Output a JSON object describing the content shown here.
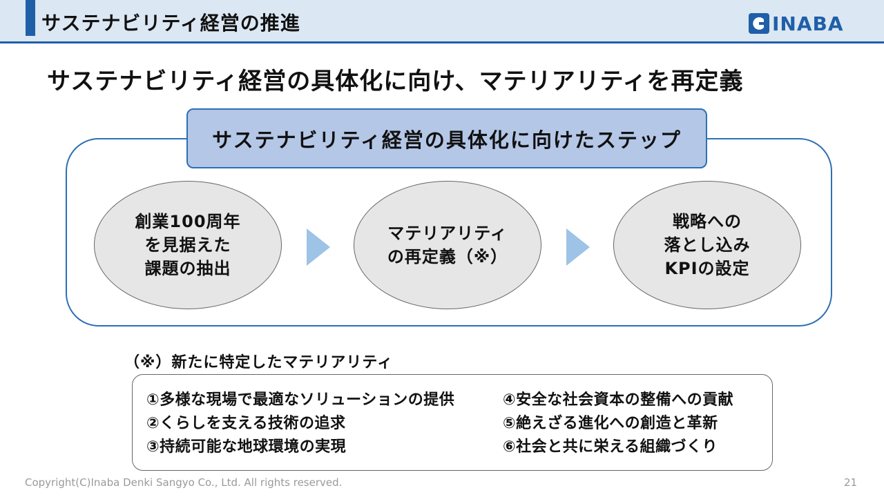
{
  "header": {
    "title": "サステナビリティ経営の推進",
    "logo_text": "INABA",
    "accent_color": "#1f5fa8",
    "background_color": "#dbe7f3"
  },
  "headline": "サステナビリティ経営の具体化に向け、マテリアリティを再定義",
  "steps_section": {
    "title": "サステナビリティ経営の具体化に向けたステップ",
    "steps": [
      {
        "lines": [
          "創業100周年",
          "を見据えた",
          "課題の抽出"
        ]
      },
      {
        "lines": [
          "マテリアリティ",
          "の再定義（※）"
        ]
      },
      {
        "lines": [
          "戦略への",
          "落とし込み",
          "KPIの設定"
        ]
      }
    ],
    "arrow_icon": "triangle-right-icon"
  },
  "materiality": {
    "heading": "（※）新たに特定したマテリアリティ",
    "items_left": [
      "①多様な現場で最適なソリューションの提供",
      "②くらしを支える技術の追求",
      "③持続可能な地球環境の実現"
    ],
    "items_right": [
      "④安全な社会資本の整備への貢献",
      "⑤絶えざる進化への創造と革新",
      "⑥社会と共に栄える組織づくり"
    ]
  },
  "footer": {
    "copyright": "Copyright(C)Inaba Denki Sangyo Co., Ltd. All rights reserved.",
    "page_number": "21"
  }
}
